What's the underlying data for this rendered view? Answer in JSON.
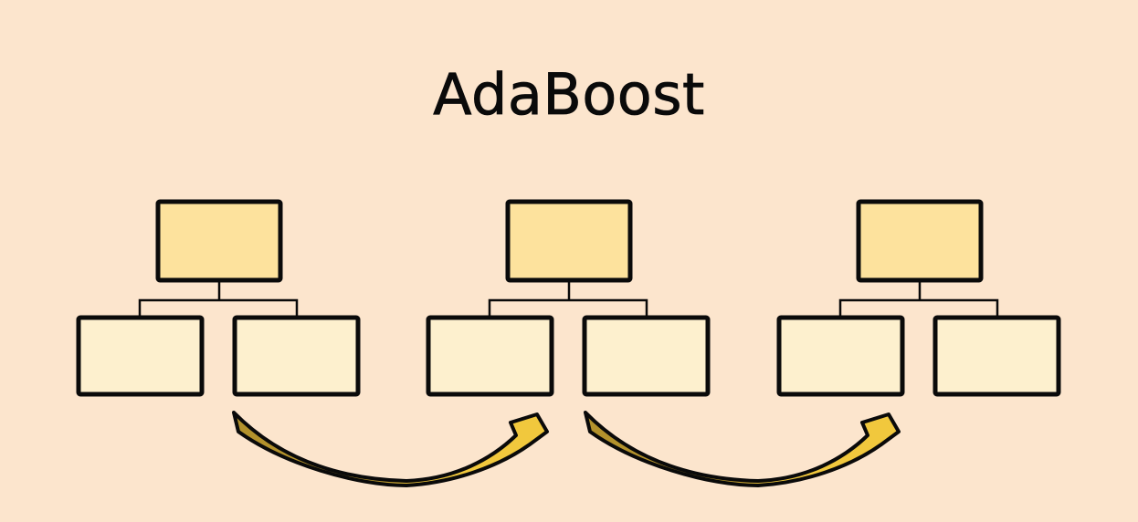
{
  "title": "AdaBoost",
  "colors": {
    "background": "#fce5cd",
    "node_root_fill": "#fde29d",
    "node_leaf_fill": "#fdf0ce",
    "outline": "#0a0a0a",
    "arrow_tail": "#b3922c",
    "arrow_head": "#f1c83d"
  },
  "diagram": {
    "stump_count": 3,
    "stumps": [
      {
        "name": "stump-1",
        "root_label": "",
        "left_leaf_label": "",
        "right_leaf_label": ""
      },
      {
        "name": "stump-2",
        "root_label": "",
        "left_leaf_label": "",
        "right_leaf_label": ""
      },
      {
        "name": "stump-3",
        "root_label": "",
        "left_leaf_label": "",
        "right_leaf_label": ""
      }
    ],
    "arrows": [
      {
        "name": "boost-arrow-1",
        "from": "stump-1",
        "to": "stump-2",
        "style": "curved-swoosh"
      },
      {
        "name": "boost-arrow-2",
        "from": "stump-2",
        "to": "stump-3",
        "style": "curved-swoosh"
      }
    ]
  }
}
